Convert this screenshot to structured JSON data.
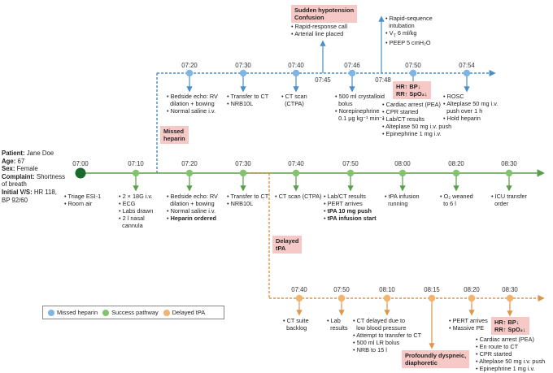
{
  "colors": {
    "missed": "#7eb5e2",
    "missed_line": "#4a8fc7",
    "success": "#82c46e",
    "success_line": "#5a9e4a",
    "delayed": "#f2b36e",
    "delayed_line": "#e0954a",
    "start": "#1a6a2e",
    "highlight": "#f6c9c7"
  },
  "patient": {
    "name_label": "Patient:",
    "name": "Jane Doe",
    "age_label": "Age:",
    "age": "67",
    "sex_label": "Sex:",
    "sex": "Female",
    "complaint_label": "Complaint:",
    "complaint_1": "Shortness",
    "complaint_2": "of breath",
    "vitals_label": "Initial V/S:",
    "vitals_1": "HR 118,",
    "vitals_2": "BP 92/60"
  },
  "branch_labels": {
    "missed": [
      "Missed",
      "heparin"
    ],
    "delayed": [
      "Delayed",
      "tPA"
    ]
  },
  "legend": {
    "missed": "Missed heparin",
    "success": "Success pathway",
    "delayed": "Delayed tPA"
  },
  "missed": {
    "events": [
      {
        "time": "07:20",
        "lines": [
          "Bedside echo: RV",
          "dilation + bowing",
          "Normal saline i.v."
        ]
      },
      {
        "time": "07:30",
        "lines": [
          "Transfer to CT",
          "NRB10L"
        ]
      },
      {
        "time": "07:40",
        "lines": [
          "CT scan",
          "(CTPA)"
        ]
      },
      {
        "time": "07:46",
        "lines": [
          "500 ml crystalloid",
          "bolus",
          "Norepinephrine",
          "0.1 μg kg⁻¹ min⁻¹"
        ]
      },
      {
        "time": "07:50",
        "lines": [
          "Cardiac arrest (PEA)",
          "CPR started",
          "Lab/CT results",
          "Alteplase 50 mg i.v. push",
          "Epinephrine 1 mg i.v."
        ]
      },
      {
        "time": "07:54",
        "lines": [
          "ROSC",
          "Alteplase 50 mg i.v.",
          "push over 1 h",
          "Hold heparin"
        ]
      }
    ],
    "time_0745": "07:45",
    "time_0748": "07:48",
    "sudden_box": [
      "Sudden hypotension",
      "Confusion"
    ],
    "sudden_lines": [
      "Rapid-response call",
      "Arterial line placed"
    ],
    "rsi_lines": [
      "Rapid-sequence",
      "intubation",
      "V_T 6 ml/kg",
      "PEEP 5 cmH₂O"
    ],
    "vt_v": "V",
    "vt_t": "T",
    "vt_rest": " 6 ml/kg",
    "vitals_box": [
      "HR↑ BP↓",
      "RR↑ SpO₂↓"
    ]
  },
  "success": {
    "events": [
      {
        "time": "07:00",
        "lines": [
          "Triage ESI-1",
          "Room air"
        ]
      },
      {
        "time": "07:10",
        "lines": [
          "2 × 18G i.v.",
          "ECG",
          "Labs drawn",
          "2 l nasal",
          "cannula"
        ]
      },
      {
        "time": "07:20",
        "lines": [
          "Bedside echo: RV",
          "dilation + bowing",
          "Normal saline i.v.",
          "Heparin ordered"
        ]
      },
      {
        "time": "07:30",
        "lines": [
          "Transfer to CT",
          "NRB10L"
        ]
      },
      {
        "time": "07:40",
        "lines": [
          "CT scan (CTPA)"
        ]
      },
      {
        "time": "07:50",
        "lines": [
          "Lab/CT results",
          "PERT arrives",
          "tPA 10 mg push",
          "tPA infusion start"
        ]
      },
      {
        "time": "08:00",
        "lines": [
          "tPA infusion",
          "running"
        ]
      },
      {
        "time": "08:20",
        "lines": [
          "O₂ weaned",
          "to 6 l"
        ]
      },
      {
        "time": "08:30",
        "lines": [
          "ICU transfer",
          "order"
        ]
      }
    ]
  },
  "delayed": {
    "events": [
      {
        "time": "07:40",
        "lines": [
          "CT suite",
          "backlog"
        ]
      },
      {
        "time": "07:50",
        "lines": [
          "Lab",
          "results"
        ]
      },
      {
        "time": "08:10",
        "lines": [
          "CT delayed due to",
          "low blood pressure",
          "Attempt to transfer to CT",
          "500 ml LR bolus",
          "NRB to 15 l"
        ]
      },
      {
        "time": "08:15",
        "lines": []
      },
      {
        "time": "08:20",
        "lines": [
          "PERT arrives",
          "Massive PE"
        ]
      },
      {
        "time": "08:30",
        "lines": [
          "Cardiac arrest (PEA)",
          "En route to CT",
          "CPR started",
          "Alteplase 50 mg i.v. push",
          "Epinephrine 1 mg i.v."
        ]
      }
    ],
    "dyspneic_box": [
      "Profoundly dyspneic,",
      "diaphoretic"
    ],
    "vitals_box": [
      "HR↑ BP↓",
      "RR↑ SpO₂↓"
    ]
  }
}
